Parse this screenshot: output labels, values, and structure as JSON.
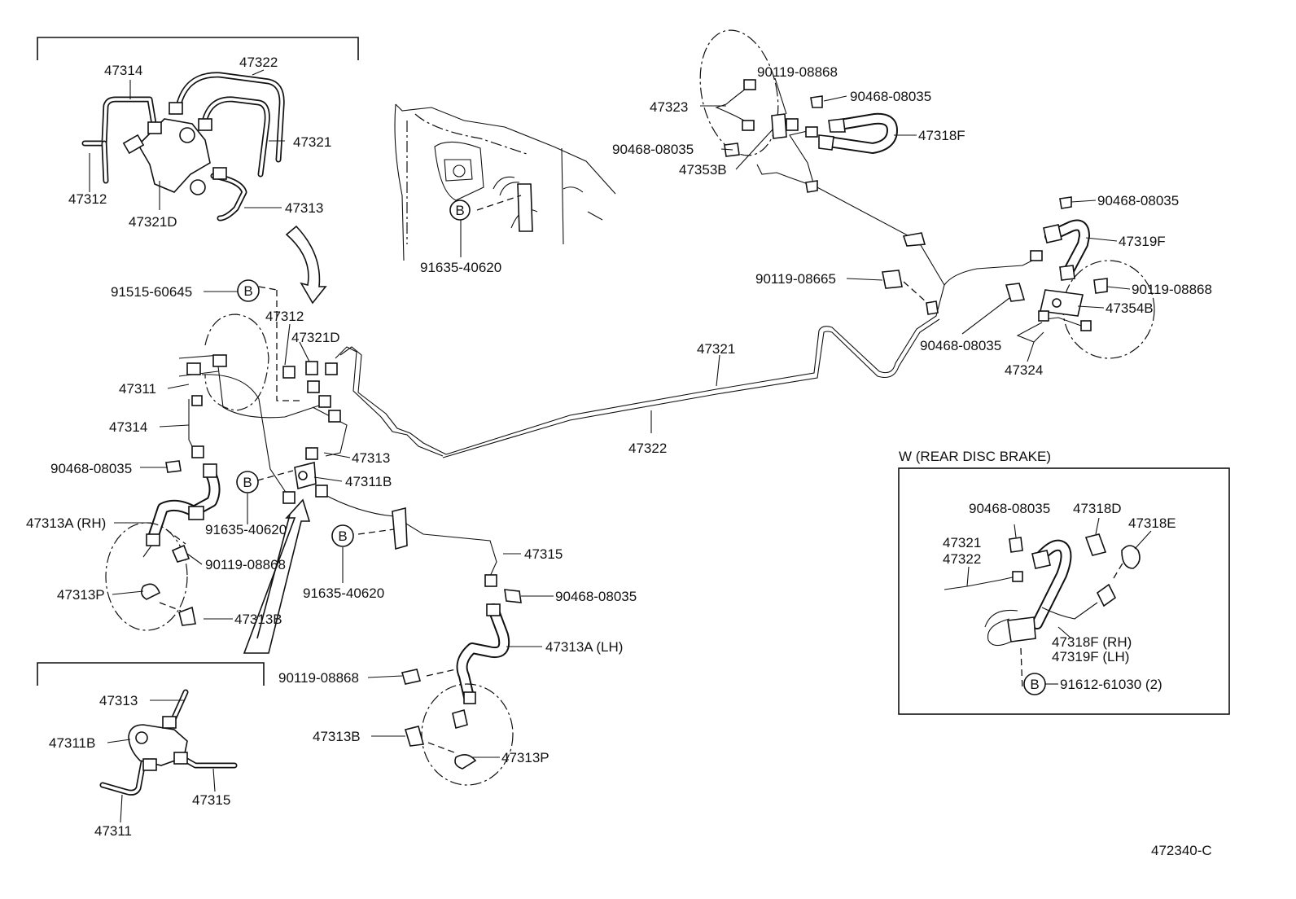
{
  "diagram": {
    "drawing_number": "472340-C",
    "inset_title": "W (REAR DISC BRAKE)",
    "circle_mark": "B",
    "labels": {
      "top_inset_47314": "47314",
      "top_inset_47322": "47322",
      "top_inset_47321": "47321",
      "top_inset_47312": "47312",
      "top_inset_47321D": "47321D",
      "top_inset_47313": "47313",
      "body_91635": "91635-40620",
      "main_91515": "91515-60645",
      "main_47312": "47312",
      "main_47321D": "47321D",
      "main_47311": "47311",
      "main_47314": "47314",
      "main_47313": "47313",
      "main_90468_left": "90468-08035",
      "main_47311B": "47311B",
      "main_47313A_RH": "47313A (RH)",
      "main_91635_a": "91635-40620",
      "main_90119_rh": "90119-08868",
      "main_47313P_rh": "47313P",
      "main_47313B_rh": "47313B",
      "main_91635_b": "91635-40620",
      "main_47315": "47315",
      "main_90468_mid": "90468-08035",
      "main_47313A_LH": "47313A (LH)",
      "main_90119_lh": "90119-08868",
      "main_47313B_lh": "47313B",
      "main_47313P_lh": "47313P",
      "main_47321_mid": "47321",
      "main_47322_mid": "47322",
      "rear_90119_top": "90119-08868",
      "rear_90468_top": "90468-08035",
      "rear_47323": "47323",
      "rear_47318F": "47318F",
      "rear_90468_left": "90468-08035",
      "rear_47353B": "47353B",
      "rear_90468_right": "90468-08035",
      "rear_47319F": "47319F",
      "rear_90119_08665": "90119-08665",
      "rear_90119_right": "90119-08868",
      "rear_47354B": "47354B",
      "rear_90468_lower": "90468-08035",
      "rear_47324": "47324",
      "bot_47313": "47313",
      "bot_47311B": "47311B",
      "bot_47315": "47315",
      "bot_47311": "47311",
      "w_90468": "90468-08035",
      "w_47318D": "47318D",
      "w_47318E": "47318E",
      "w_47321": "47321",
      "w_47322": "47322",
      "w_47318F_RH": "47318F (RH)",
      "w_47319F_LH": "47319F (LH)",
      "w_91612": "91612-61030 (2)"
    }
  }
}
